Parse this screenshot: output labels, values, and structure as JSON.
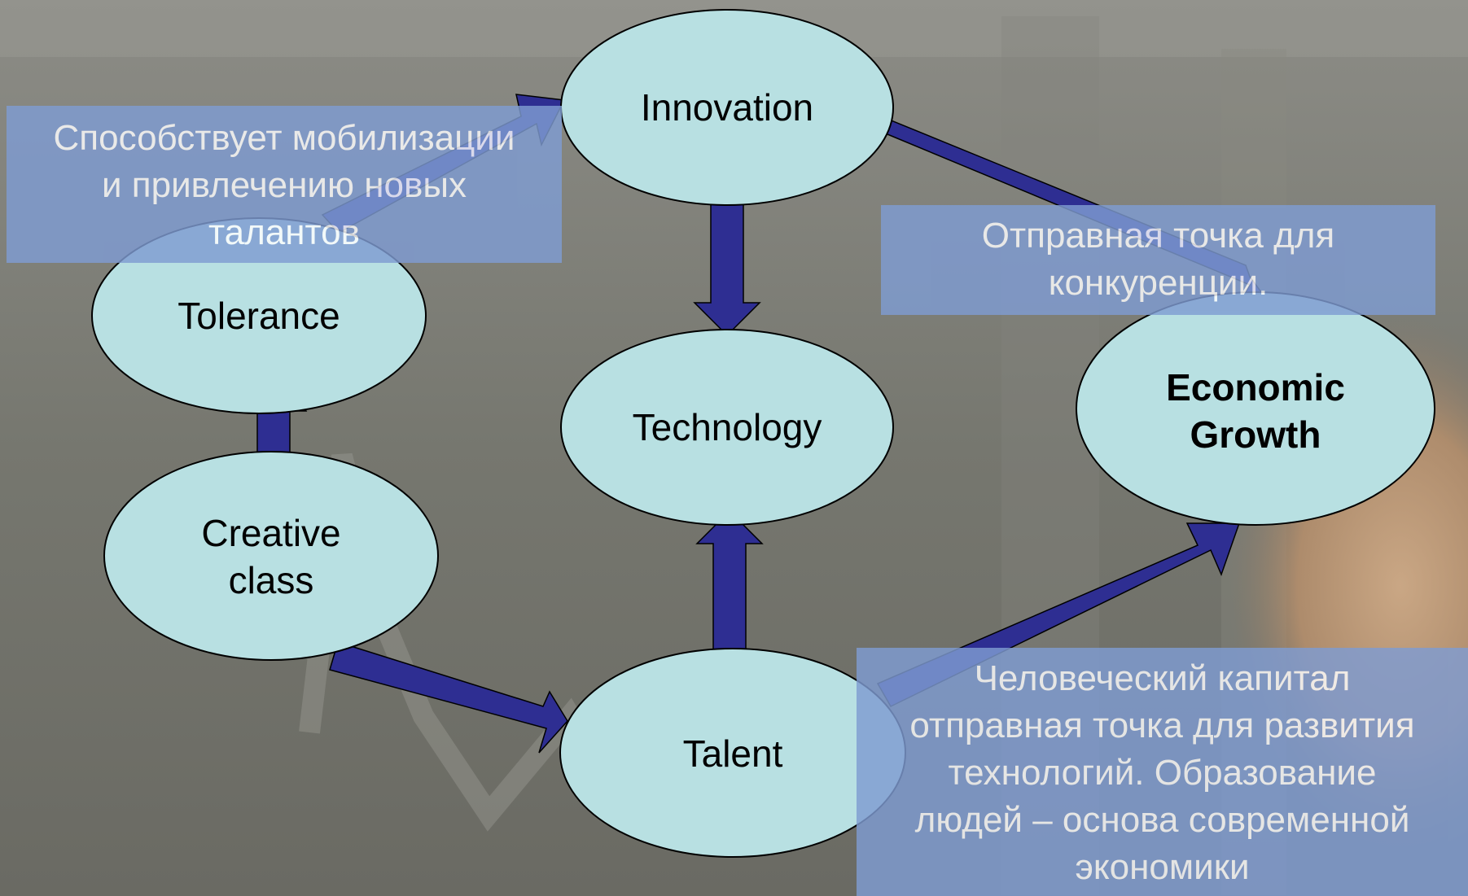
{
  "diagram": {
    "nodes": [
      {
        "id": "innovation",
        "lines": [
          "Innovation"
        ],
        "bold": false
      },
      {
        "id": "tolerance",
        "lines": [
          "Tolerance"
        ],
        "bold": false
      },
      {
        "id": "technology",
        "lines": [
          "Technology"
        ],
        "bold": false
      },
      {
        "id": "creative",
        "lines": [
          "Creative",
          "class"
        ],
        "bold": false
      },
      {
        "id": "talent",
        "lines": [
          "Talent"
        ],
        "bold": false
      },
      {
        "id": "growth",
        "lines": [
          "Economic",
          "Growth"
        ],
        "bold": true
      }
    ],
    "edges": [
      {
        "from": "creative",
        "to": "tolerance"
      },
      {
        "from": "tolerance",
        "to": "innovation"
      },
      {
        "from": "innovation",
        "to": "technology"
      },
      {
        "from": "innovation",
        "to": "growth"
      },
      {
        "from": "creative",
        "to": "talent"
      },
      {
        "from": "talent",
        "to": "technology"
      },
      {
        "from": "talent",
        "to": "growth"
      }
    ]
  },
  "callouts": {
    "tolerance": [
      "Способствует мобилизации",
      "и привлечению новых",
      "талантов"
    ],
    "growth": [
      "Отправная точка для",
      "конкуренции."
    ],
    "talent": [
      "Человеческий капитал",
      "отправная точка для развития",
      "технологий. Образование",
      "людей – основа современной",
      "экономики"
    ]
  },
  "colors": {
    "node_fill": "#b8e0e2",
    "arrow_fill": "#2e2e92",
    "callout_bg": "#7f9cd2",
    "callout_text": "#ffffff"
  }
}
